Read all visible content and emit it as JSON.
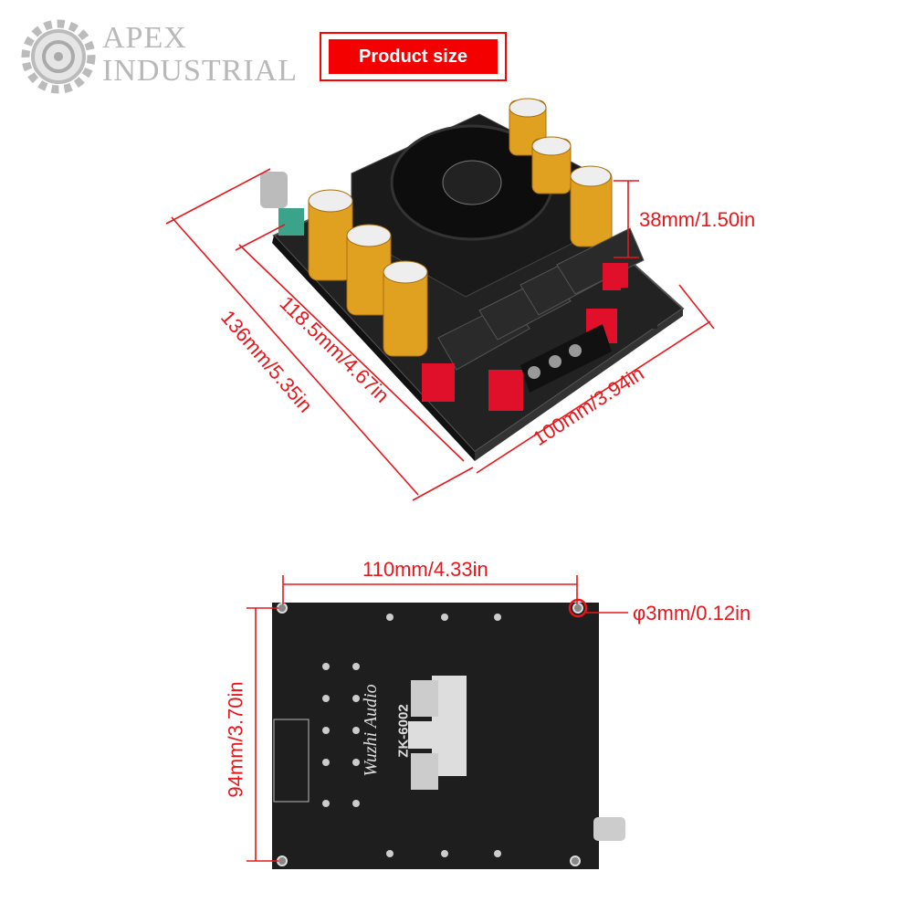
{
  "banner": {
    "label": "Product size"
  },
  "watermark": {
    "line1": "APEX",
    "line2": "INDUSTRIAL",
    "icon": "gear-icon"
  },
  "top_view": {
    "length_outer": "136mm/5.35in",
    "length_inner": "118.5mm/4.67in",
    "width": "100mm/3.94in",
    "height": "38mm/1.50in"
  },
  "bottom_view": {
    "hole_spacing_width": "110mm/4.33in",
    "hole_spacing_height": "94mm/3.70in",
    "hole_diameter": "φ3mm/0.12in",
    "board_brand": "Wuzhi Audio",
    "board_model": "ZK-6002"
  },
  "colors": {
    "dimension": "#e8161b",
    "pcb": "#1e1e1e",
    "capacitor": "#e0a020",
    "terminal": "#e0102a"
  }
}
